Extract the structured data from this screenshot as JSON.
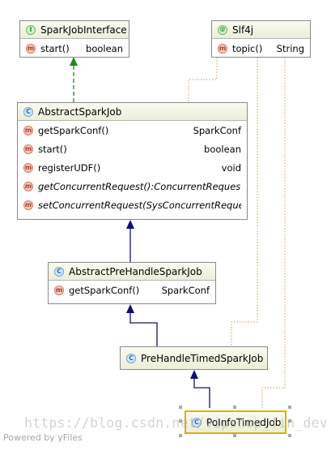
{
  "nodes": {
    "spark_job_interface": {
      "kind_badge": "I",
      "name": "SparkJobInterface",
      "methods": [
        {
          "badge": "m",
          "name": "start()",
          "type": "boolean"
        }
      ]
    },
    "slf4j": {
      "kind_badge": "@",
      "name": "Slf4j",
      "methods": [
        {
          "badge": "m",
          "name": "topic()",
          "type": "String"
        }
      ]
    },
    "abstract_spark_job": {
      "kind_badge": "C",
      "name": "AbstractSparkJob",
      "methods": [
        {
          "badge": "m",
          "name": "getSparkConf()",
          "type": "SparkConf"
        },
        {
          "badge": "m",
          "name": "start()",
          "type": "boolean"
        },
        {
          "badge": "m",
          "name": "registerUDF()",
          "type": "void"
        },
        {
          "badge": "m",
          "name": "getConcurrentRequest():ConcurrentRequest",
          "type": ""
        },
        {
          "badge": "m",
          "name": "setConcurrentRequest(SysConcurrentReques",
          "type": ""
        }
      ]
    },
    "abstract_pre_handle_spark_job": {
      "kind_badge": "C",
      "name": "AbstractPreHandleSparkJob",
      "methods": [
        {
          "badge": "m",
          "name": "getSparkConf()",
          "type": "SparkConf"
        }
      ]
    },
    "pre_handle_timed_spark_job": {
      "kind_badge": "C",
      "name": "PreHandleTimedSparkJob"
    },
    "po_info_timed_job": {
      "kind_badge": "C",
      "name": "PoInfoTimedJob"
    }
  },
  "watermark": "https://blog.csdn.net/vipshop_fin_dev",
  "footer": "Powered by yFiles",
  "colors": {
    "implements_arrow": "#1e8a1e",
    "extends_arrow": "#101070",
    "dependency_line": "#c8a040",
    "selection": "#e0b000"
  }
}
